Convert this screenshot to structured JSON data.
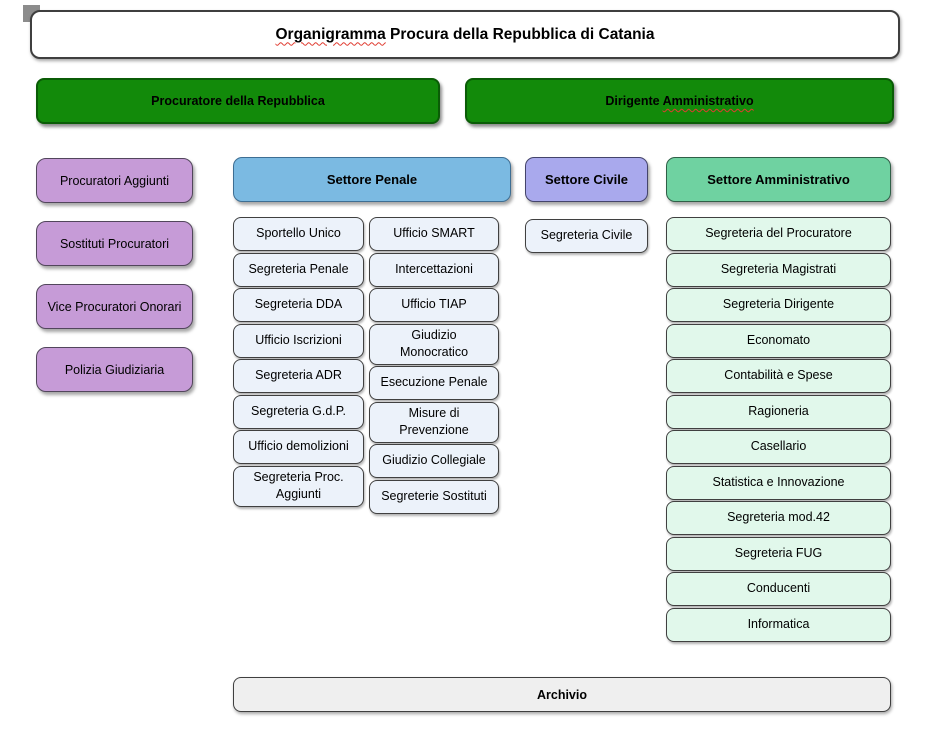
{
  "title": {
    "marked_word": "Organigramma",
    "rest": " Procura della Repubblica di Catania"
  },
  "top_row": {
    "procuratore_label": "Procuratore della Repubblica",
    "dirigente_prefix": "Dirigente ",
    "dirigente_marked_word": "Amministrativo"
  },
  "left_column": {
    "items": [
      "Procuratori Aggiunti",
      "Sostituti Procuratori",
      "Vice Procuratori Onorari",
      "Polizia Giudiziaria"
    ]
  },
  "settore_penale": {
    "header": "Settore Penale",
    "col_left": [
      "Sportello Unico",
      "Segreteria Penale",
      "Segreteria DDA",
      "Ufficio Iscrizioni",
      "Segreteria ADR",
      "Segreteria G.d.P.",
      "Ufficio demolizioni",
      "Segreteria Proc. Aggiunti"
    ],
    "col_right": [
      "Ufficio SMART",
      "Intercettazioni",
      "Ufficio TIAP",
      "Giudizio Monocratico",
      "Esecuzione Penale",
      "Misure di Prevenzione",
      "Giudizio Collegiale",
      "Segreterie Sostituti"
    ]
  },
  "settore_civile": {
    "header": "Settore Civile",
    "items": [
      "Segreteria Civile"
    ]
  },
  "settore_amministrativo": {
    "header": "Settore Amministrativo",
    "items": [
      "Segreteria del Procuratore",
      "Segreteria Magistrati",
      "Segreteria Dirigente",
      "Economato",
      "Contabilità e Spese",
      "Ragioneria",
      "Casellario",
      "Statistica e Innovazione",
      "Segreteria mod.42",
      "Segreteria FUG",
      "Conducenti",
      "Informatica"
    ]
  },
  "archivio": {
    "label": "Archivio"
  },
  "colors": {
    "top_green": "#128a0a",
    "left_purple": "#c69bd7",
    "penale_blue": "#7bbae2",
    "civile_violet": "#a9a9ed",
    "amministrativo_green": "#6fd2a1",
    "item_light_blue": "#ecf2fa",
    "item_light_mint": "#e1f8eb",
    "archivio_gray": "#efefef",
    "spellcheck_red": "#e03c31"
  }
}
